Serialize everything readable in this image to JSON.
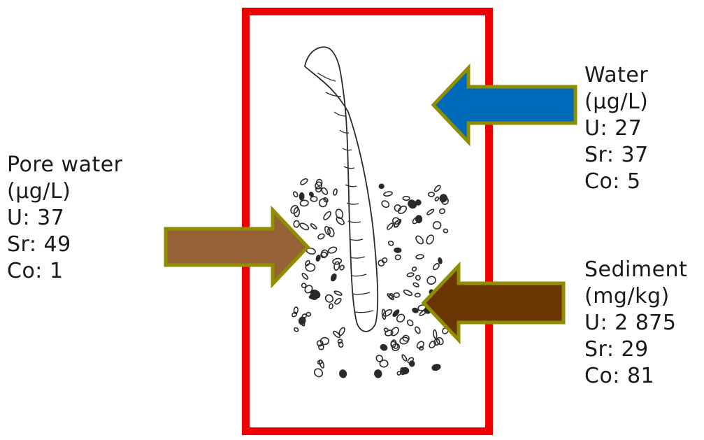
{
  "colors": {
    "frame": "#f00000",
    "arrow_outline": "#8e8e00",
    "water_arrow": "#0069b8",
    "pore_arrow": "#956135",
    "sediment_arrow": "#6a3503",
    "sketch_ink": "#2a2a2a"
  },
  "icons": {
    "organism": "worm-sketch",
    "substrate": "sediment-grains"
  },
  "pore_water": {
    "title": "Pore water",
    "unit": "(µg/L)",
    "u": "U: 37",
    "sr": "Sr: 49",
    "co": "Co: 1"
  },
  "water": {
    "title": "Water",
    "unit": "(µg/L)",
    "u": "U: 27",
    "sr": "Sr: 37",
    "co": "Co: 5"
  },
  "sediment": {
    "title": "Sediment",
    "unit": "(mg/kg)",
    "u": "U: 2 875",
    "sr": "Sr: 29",
    "co": "Co: 81"
  }
}
